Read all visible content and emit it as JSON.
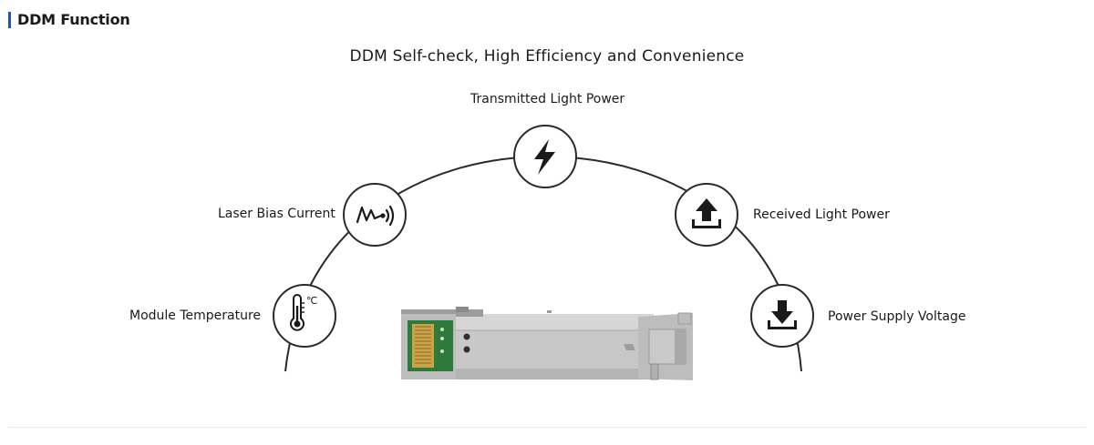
{
  "header": {
    "title": "DDM Function",
    "accent_color": "#1f56b5"
  },
  "diagram": {
    "subtitle": "DDM Self-check, High Efficiency and Convenience",
    "features": [
      {
        "label": "Transmitted Light Power",
        "icon": "lightning-bolt-icon"
      },
      {
        "label": "Laser Bias Current",
        "icon": "waveform-signal-icon"
      },
      {
        "label": "Received Light Power",
        "icon": "upload-arrow-icon"
      },
      {
        "label": "Module Temperature",
        "icon": "thermometer-celsius-icon"
      },
      {
        "label": "Power Supply Voltage",
        "icon": "download-arrow-icon"
      }
    ],
    "thermometer_unit": "℃",
    "module_image": "sfp-transceiver-module-icon"
  }
}
